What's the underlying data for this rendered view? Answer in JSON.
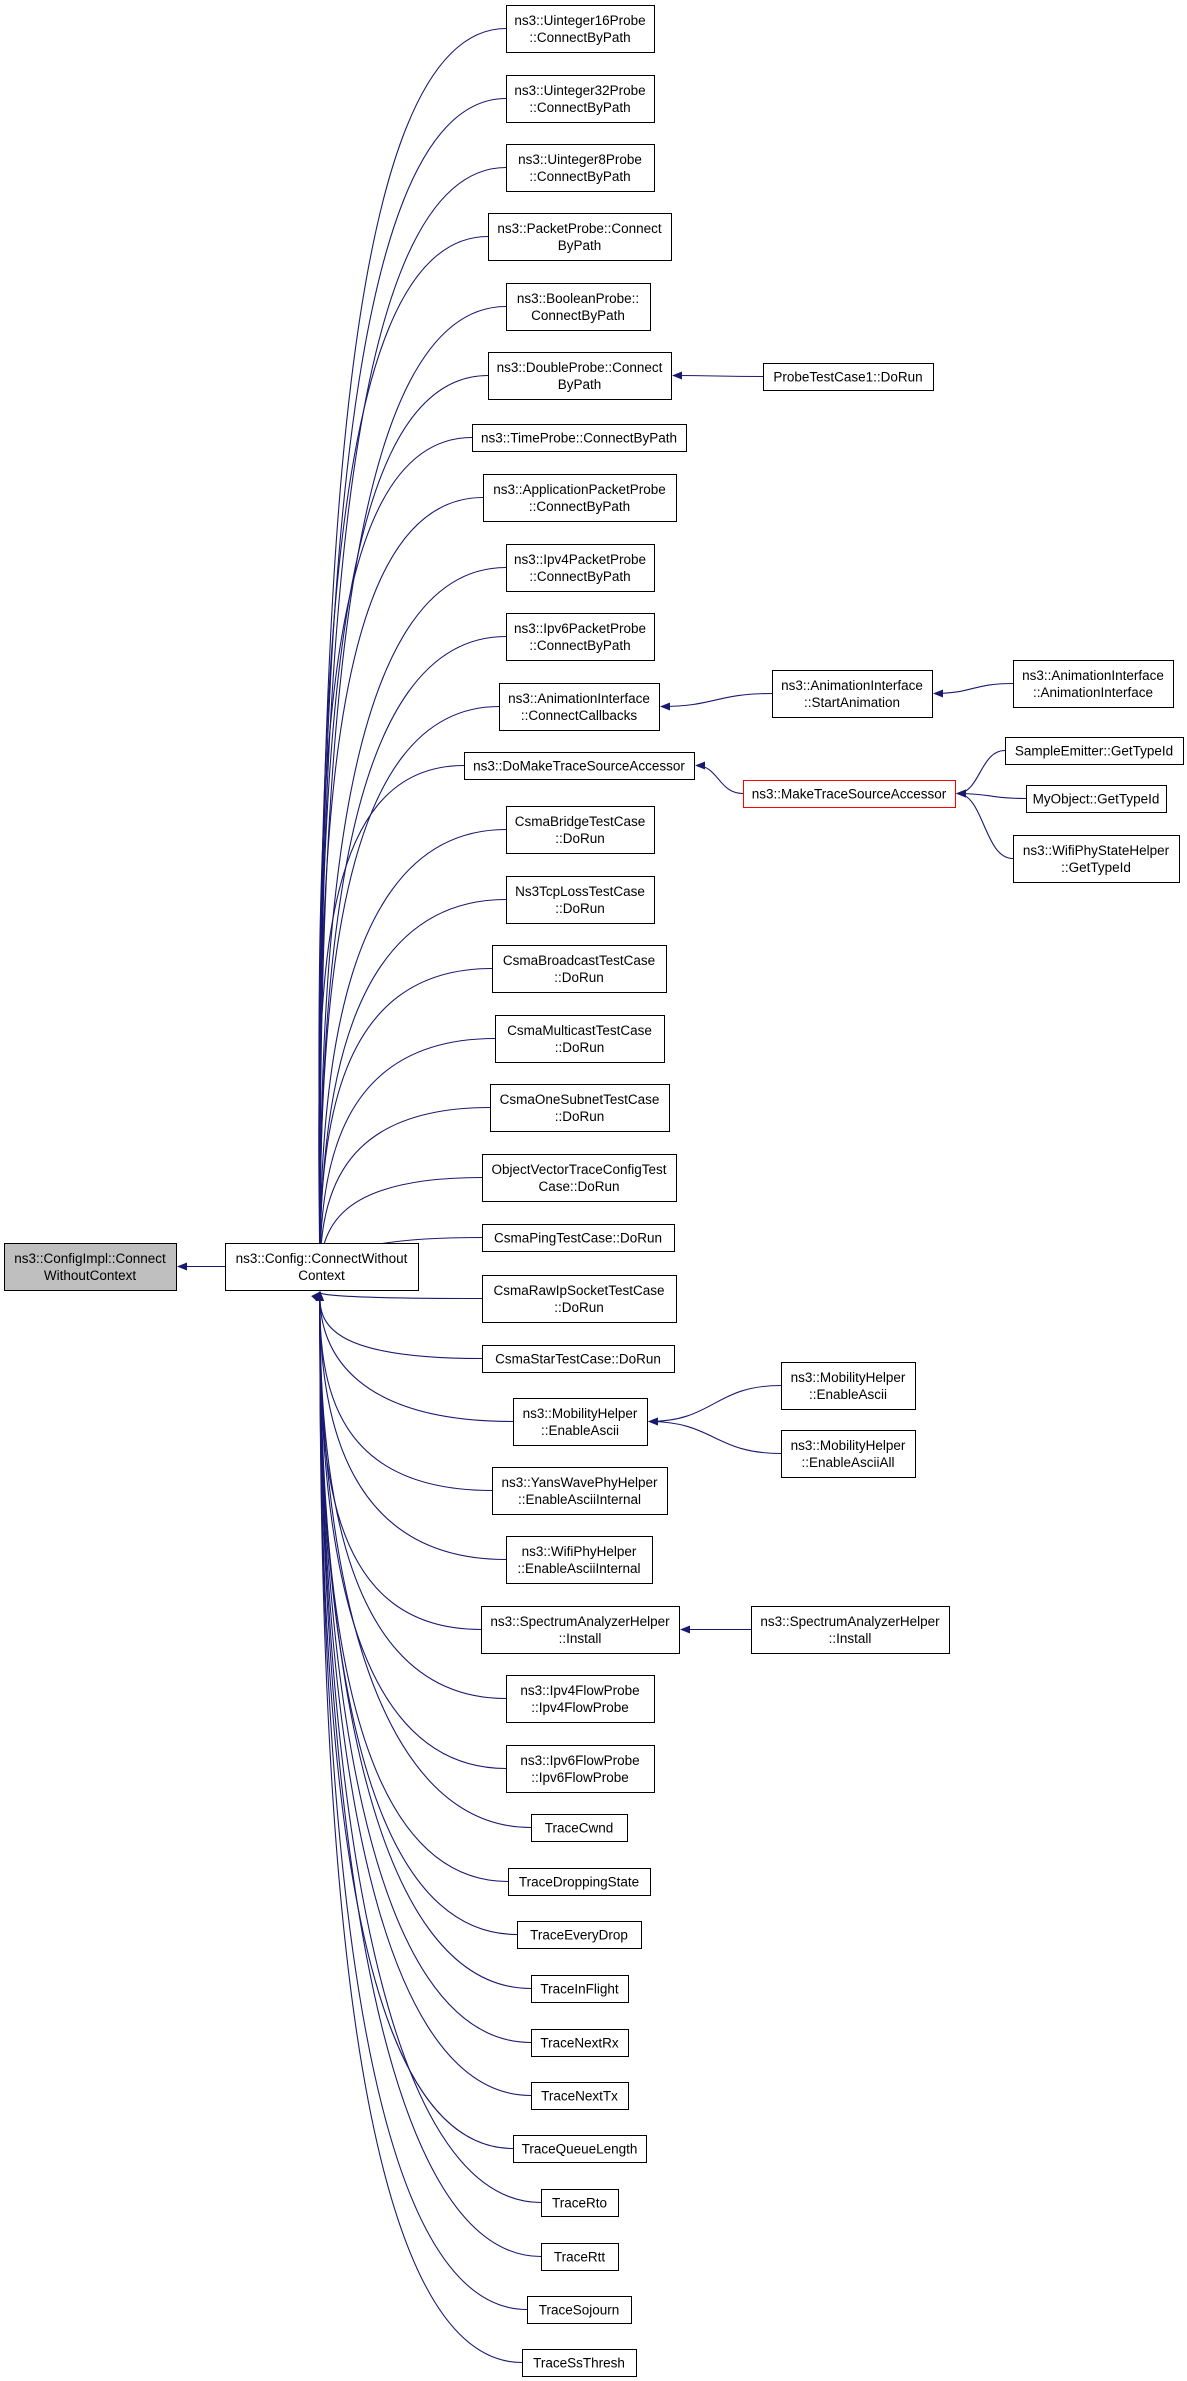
{
  "colors": {
    "edge": "#191970",
    "node_border": "#000000",
    "node_fill": "#ffffff",
    "root_fill": "#bfbfbf",
    "truncated_border": "#ff0000",
    "text": "#000000"
  },
  "nodes": [
    {
      "id": "root",
      "lines": [
        "ns3::ConfigImpl::Connect",
        "WithoutContext"
      ],
      "style": "root"
    },
    {
      "id": "connect",
      "lines": [
        "ns3::Config::ConnectWithout",
        "Context"
      ]
    },
    {
      "id": "u16",
      "lines": [
        "ns3::Uinteger16Probe",
        "::ConnectByPath"
      ]
    },
    {
      "id": "u32",
      "lines": [
        "ns3::Uinteger32Probe",
        "::ConnectByPath"
      ]
    },
    {
      "id": "u8",
      "lines": [
        "ns3::Uinteger8Probe",
        "::ConnectByPath"
      ]
    },
    {
      "id": "packet",
      "lines": [
        "ns3::PacketProbe::Connect",
        "ByPath"
      ]
    },
    {
      "id": "boolean",
      "lines": [
        "ns3::BooleanProbe::",
        "ConnectByPath"
      ]
    },
    {
      "id": "double",
      "lines": [
        "ns3::DoubleProbe::Connect",
        "ByPath"
      ]
    },
    {
      "id": "probetest",
      "lines": [
        "ProbeTestCase1::DoRun"
      ]
    },
    {
      "id": "time",
      "lines": [
        "ns3::TimeProbe::ConnectByPath"
      ]
    },
    {
      "id": "apppacket",
      "lines": [
        "ns3::ApplicationPacketProbe",
        "::ConnectByPath"
      ]
    },
    {
      "id": "ipv4packet",
      "lines": [
        "ns3::Ipv4PacketProbe",
        "::ConnectByPath"
      ]
    },
    {
      "id": "ipv6packet",
      "lines": [
        "ns3::Ipv6PacketProbe",
        "::ConnectByPath"
      ]
    },
    {
      "id": "connectcb",
      "lines": [
        "ns3::AnimationInterface",
        "::ConnectCallbacks"
      ]
    },
    {
      "id": "startanim",
      "lines": [
        "ns3::AnimationInterface",
        "::StartAnimation"
      ]
    },
    {
      "id": "animiface",
      "lines": [
        "ns3::AnimationInterface",
        "::AnimationInterface"
      ]
    },
    {
      "id": "domake",
      "lines": [
        "ns3::DoMakeTraceSourceAccessor"
      ]
    },
    {
      "id": "maketrace",
      "lines": [
        "ns3::MakeTraceSourceAccessor"
      ],
      "style": "truncated"
    },
    {
      "id": "sampleemitter",
      "lines": [
        "SampleEmitter::GetTypeId"
      ]
    },
    {
      "id": "myobject",
      "lines": [
        "MyObject::GetTypeId"
      ]
    },
    {
      "id": "wifiphystate",
      "lines": [
        "ns3::WifiPhyStateHelper",
        "::GetTypeId"
      ]
    },
    {
      "id": "csmabridge",
      "lines": [
        "CsmaBridgeTestCase",
        "::DoRun"
      ]
    },
    {
      "id": "ns3tcploss",
      "lines": [
        "Ns3TcpLossTestCase",
        "::DoRun"
      ]
    },
    {
      "id": "csmabroadcast",
      "lines": [
        "CsmaBroadcastTestCase",
        "::DoRun"
      ]
    },
    {
      "id": "csmamulticast",
      "lines": [
        "CsmaMulticastTestCase",
        "::DoRun"
      ]
    },
    {
      "id": "csmaonesubnet",
      "lines": [
        "CsmaOneSubnetTestCase",
        "::DoRun"
      ]
    },
    {
      "id": "objectvector",
      "lines": [
        "ObjectVectorTraceConfigTest",
        "Case::DoRun"
      ]
    },
    {
      "id": "csmaping",
      "lines": [
        "CsmaPingTestCase::DoRun"
      ]
    },
    {
      "id": "csmarawip",
      "lines": [
        "CsmaRawIpSocketTestCase",
        "::DoRun"
      ]
    },
    {
      "id": "csmastar",
      "lines": [
        "CsmaStarTestCase::DoRun"
      ]
    },
    {
      "id": "mobility",
      "lines": [
        "ns3::MobilityHelper",
        "::EnableAscii"
      ]
    },
    {
      "id": "mobility2",
      "lines": [
        "ns3::MobilityHelper",
        "::EnableAscii"
      ]
    },
    {
      "id": "mobilityall",
      "lines": [
        "ns3::MobilityHelper",
        "::EnableAsciiAll"
      ]
    },
    {
      "id": "yanswave",
      "lines": [
        "ns3::YansWavePhyHelper",
        "::EnableAsciiInternal"
      ]
    },
    {
      "id": "wifiphy",
      "lines": [
        "ns3::WifiPhyHelper",
        "::EnableAsciiInternal"
      ]
    },
    {
      "id": "spectrum",
      "lines": [
        "ns3::SpectrumAnalyzerHelper",
        "::Install"
      ]
    },
    {
      "id": "spectrum2",
      "lines": [
        "ns3::SpectrumAnalyzerHelper",
        "::Install"
      ]
    },
    {
      "id": "ipv4flow",
      "lines": [
        "ns3::Ipv4FlowProbe",
        "::Ipv4FlowProbe"
      ]
    },
    {
      "id": "ipv6flow",
      "lines": [
        "ns3::Ipv6FlowProbe",
        "::Ipv6FlowProbe"
      ]
    },
    {
      "id": "tracecwnd",
      "lines": [
        "TraceCwnd"
      ]
    },
    {
      "id": "tracedropping",
      "lines": [
        "TraceDroppingState"
      ]
    },
    {
      "id": "traceeverydrop",
      "lines": [
        "TraceEveryDrop"
      ]
    },
    {
      "id": "traceinflight",
      "lines": [
        "TraceInFlight"
      ]
    },
    {
      "id": "tracenextrx",
      "lines": [
        "TraceNextRx"
      ]
    },
    {
      "id": "tracenexttx",
      "lines": [
        "TraceNextTx"
      ]
    },
    {
      "id": "tracequeue",
      "lines": [
        "TraceQueueLength"
      ]
    },
    {
      "id": "tracerto",
      "lines": [
        "TraceRto"
      ]
    },
    {
      "id": "tracertt",
      "lines": [
        "TraceRtt"
      ]
    },
    {
      "id": "tracesojourn",
      "lines": [
        "TraceSojourn"
      ]
    },
    {
      "id": "tracessthresh",
      "lines": [
        "TraceSsThresh"
      ]
    }
  ],
  "edges": [
    [
      "connect",
      "root"
    ],
    [
      "u16",
      "connect"
    ],
    [
      "u32",
      "connect"
    ],
    [
      "u8",
      "connect"
    ],
    [
      "packet",
      "connect"
    ],
    [
      "boolean",
      "connect"
    ],
    [
      "double",
      "connect"
    ],
    [
      "time",
      "connect"
    ],
    [
      "apppacket",
      "connect"
    ],
    [
      "ipv4packet",
      "connect"
    ],
    [
      "ipv6packet",
      "connect"
    ],
    [
      "connectcb",
      "connect"
    ],
    [
      "domake",
      "connect"
    ],
    [
      "csmabridge",
      "connect"
    ],
    [
      "ns3tcploss",
      "connect"
    ],
    [
      "csmabroadcast",
      "connect"
    ],
    [
      "csmamulticast",
      "connect"
    ],
    [
      "csmaonesubnet",
      "connect"
    ],
    [
      "objectvector",
      "connect"
    ],
    [
      "csmaping",
      "connect"
    ],
    [
      "csmarawip",
      "connect"
    ],
    [
      "csmastar",
      "connect"
    ],
    [
      "mobility",
      "connect"
    ],
    [
      "yanswave",
      "connect"
    ],
    [
      "wifiphy",
      "connect"
    ],
    [
      "spectrum",
      "connect"
    ],
    [
      "ipv4flow",
      "connect"
    ],
    [
      "ipv6flow",
      "connect"
    ],
    [
      "tracecwnd",
      "connect"
    ],
    [
      "tracedropping",
      "connect"
    ],
    [
      "traceeverydrop",
      "connect"
    ],
    [
      "traceinflight",
      "connect"
    ],
    [
      "tracenextrx",
      "connect"
    ],
    [
      "tracenexttx",
      "connect"
    ],
    [
      "tracequeue",
      "connect"
    ],
    [
      "tracerto",
      "connect"
    ],
    [
      "tracertt",
      "connect"
    ],
    [
      "tracesojourn",
      "connect"
    ],
    [
      "tracessthresh",
      "connect"
    ],
    [
      "probetest",
      "double"
    ],
    [
      "startanim",
      "connectcb"
    ],
    [
      "animiface",
      "startanim"
    ],
    [
      "maketrace",
      "domake"
    ],
    [
      "sampleemitter",
      "maketrace"
    ],
    [
      "myobject",
      "maketrace"
    ],
    [
      "wifiphystate",
      "maketrace"
    ],
    [
      "mobility2",
      "mobility"
    ],
    [
      "mobilityall",
      "mobility"
    ],
    [
      "spectrum2",
      "spectrum"
    ]
  ]
}
